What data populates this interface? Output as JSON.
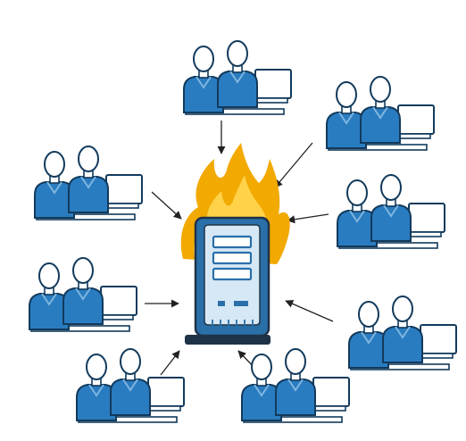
{
  "diagram": {
    "nodes": [
      {
        "id": "server",
        "icon": "server-on-fire-icon"
      },
      {
        "id": "users-top",
        "icon": "user-pair-with-computer-icon"
      },
      {
        "id": "users-top-right",
        "icon": "user-pair-with-computer-icon"
      },
      {
        "id": "users-right",
        "icon": "user-pair-with-computer-icon"
      },
      {
        "id": "users-lower-right",
        "icon": "user-pair-with-computer-icon"
      },
      {
        "id": "users-bottom-center",
        "icon": "user-pair-with-computer-icon"
      },
      {
        "id": "users-bottom-left",
        "icon": "user-pair-with-computer-icon"
      },
      {
        "id": "users-left",
        "icon": "user-pair-with-computer-icon"
      },
      {
        "id": "users-upper-left",
        "icon": "user-pair-with-computer-icon"
      }
    ],
    "edges": [
      {
        "from": "users-top",
        "to": "server"
      },
      {
        "from": "users-top-right",
        "to": "server"
      },
      {
        "from": "users-right",
        "to": "server"
      },
      {
        "from": "users-lower-right",
        "to": "server"
      },
      {
        "from": "users-bottom-center",
        "to": "server"
      },
      {
        "from": "users-bottom-left",
        "to": "server"
      },
      {
        "from": "users-left",
        "to": "server"
      },
      {
        "from": "users-upper-left",
        "to": "server"
      }
    ],
    "colors": {
      "person_fill": "#2a7cc0",
      "person_outline": "#123a5c",
      "shirt_stripe": "#7fb6e0",
      "server_body": "#2a6fa8",
      "server_panel": "#d6e8f6",
      "server_base": "#1f3347",
      "flame_outer": "#f2a900",
      "flame_inner": "#ffd24a",
      "arrow": "#222222",
      "screen_fill": "#ffffff"
    }
  }
}
